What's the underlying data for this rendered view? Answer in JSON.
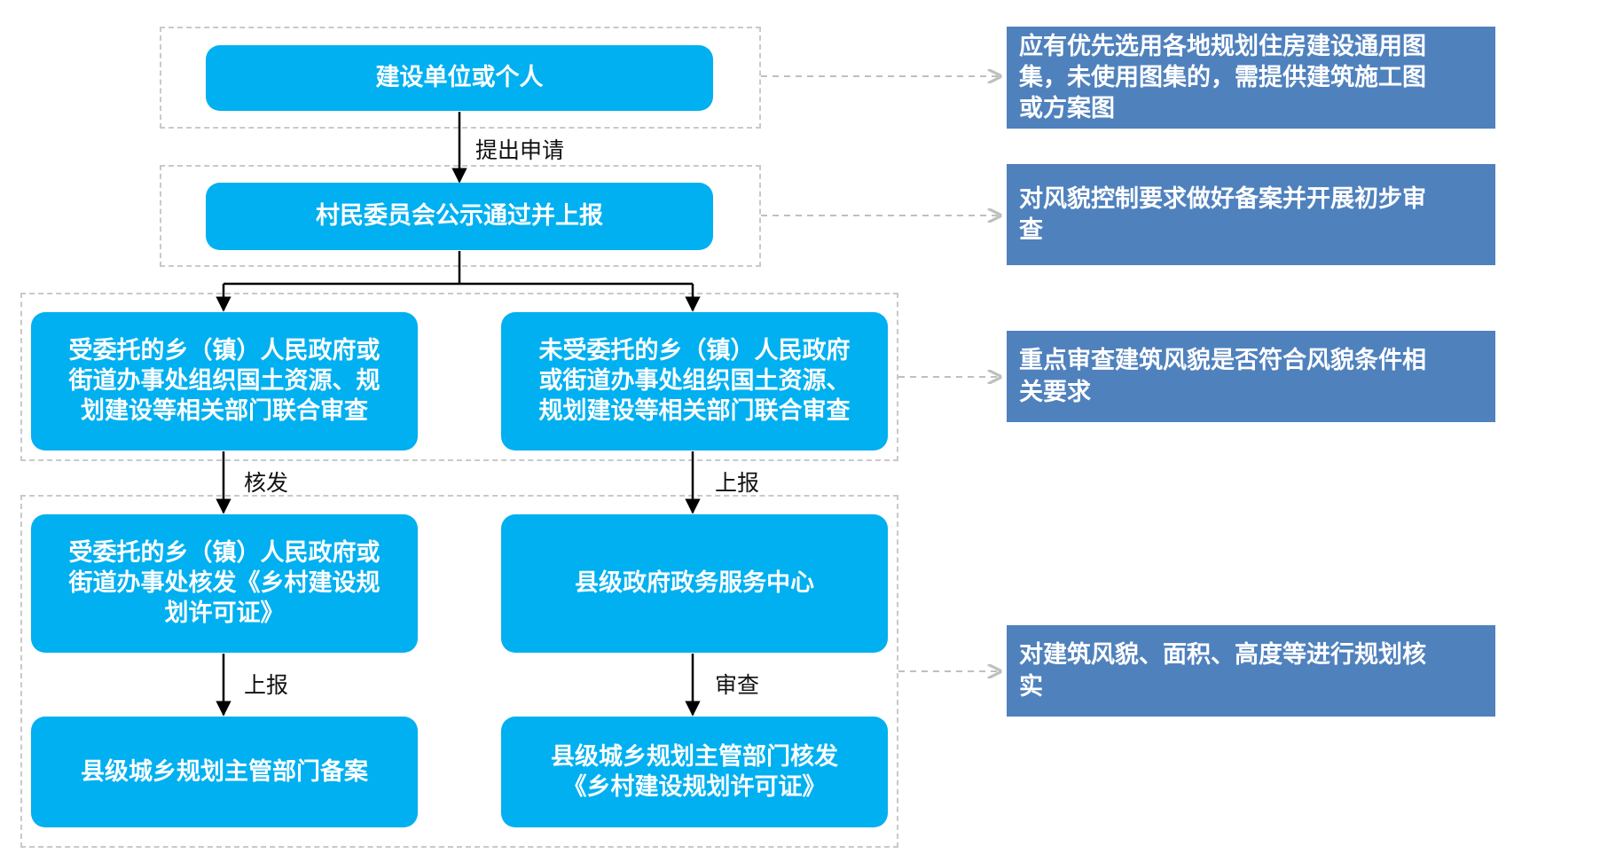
{
  "nodes": {
    "applicant": "建设单位或个人",
    "village_committee": "村民委员会公示通过并上报",
    "entrusted_review": "受委托的乡（镇）人民政府或\n街道办事处组织国土资源、规\n划建设等相关部门联合审查",
    "unentrusted_review": "未受委托的乡（镇）人民政府\n或街道办事处组织国土资源、\n规划建设等相关部门联合审查",
    "entrusted_issue": "受委托的乡（镇）人民政府或\n街道办事处核发《乡村建设规\n划许可证》",
    "county_service_center": "县级政府政务服务中心",
    "county_filing": "县级城乡规划主管部门备案",
    "county_issue": "县级城乡规划主管部门核发\n《乡村建设规划许可证》"
  },
  "edge_labels": {
    "submit_application": "提出申请",
    "issue": "核发",
    "report_right": "上报",
    "report_left": "上报",
    "review": "审查"
  },
  "notes": {
    "note_1": "应有优先选用各地规划住房建设通用图\n集，未使用图集的，需提供建筑施工图\n或方案图",
    "note_2": "对风貌控制要求做好备案并开展初步审\n查",
    "note_3": "重点审查建筑风貌是否符合风貌条件相\n关要求",
    "note_4": "对建筑风貌、面积、高度等进行规划核\n实"
  },
  "colors": {
    "node_fill": "#00b0f0",
    "note_fill": "#4f81bd",
    "dashed_border": "#c9c9c9",
    "arrow": "#000000"
  }
}
